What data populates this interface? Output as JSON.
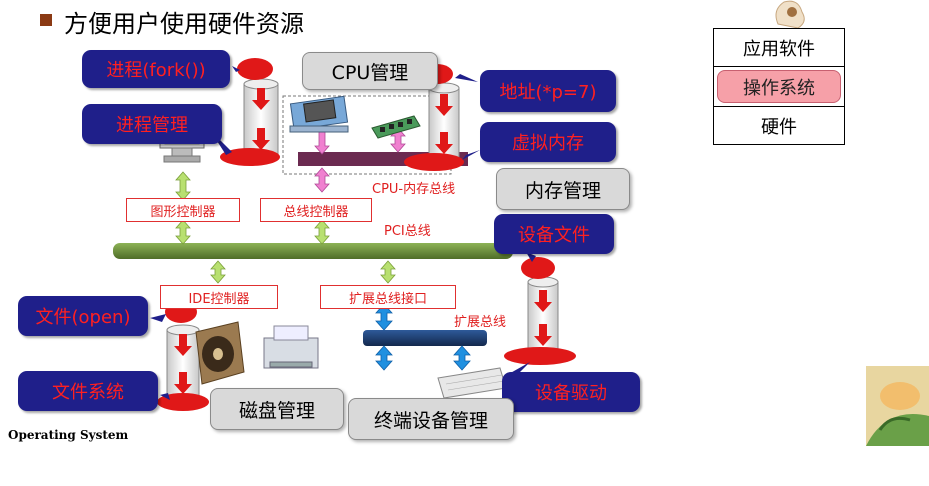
{
  "title": "方便用户使用硬件资源",
  "footer": "Operating System",
  "labels": {
    "fork": "进程(fork())",
    "process_mgmt": "进程管理",
    "address": "地址(*p=7)",
    "virtual_mem": "虚拟内存",
    "device_file": "设备文件",
    "file_open": "文件(open)",
    "file_system": "文件系统",
    "device_driver": "设备驱动"
  },
  "managers": {
    "cpu": "CPU管理",
    "memory": "内存管理",
    "disk": "磁盘管理",
    "terminal": "终端设备管理"
  },
  "controllers": {
    "graphics": "图形控制器",
    "bus": "总线控制器",
    "ide": "IDE控制器",
    "expansion_interface": "扩展总线接口"
  },
  "buses": {
    "cpu_memory": "CPU-内存总线",
    "pci": "PCI总线",
    "expansion": "扩展总线"
  },
  "layers": [
    "应用软件",
    "操作系统",
    "硬件"
  ],
  "colors": {
    "label_bg": "#1f1f8a",
    "label_text": "#ff2020",
    "bus_green": "#6b8e3a",
    "bus_navy": "#1e3a6e",
    "arrow_green": "#b8e070",
    "arrow_pink": "#f080d0",
    "arrow_blue": "#2090e0",
    "os_highlight": "#f6a0a8"
  }
}
